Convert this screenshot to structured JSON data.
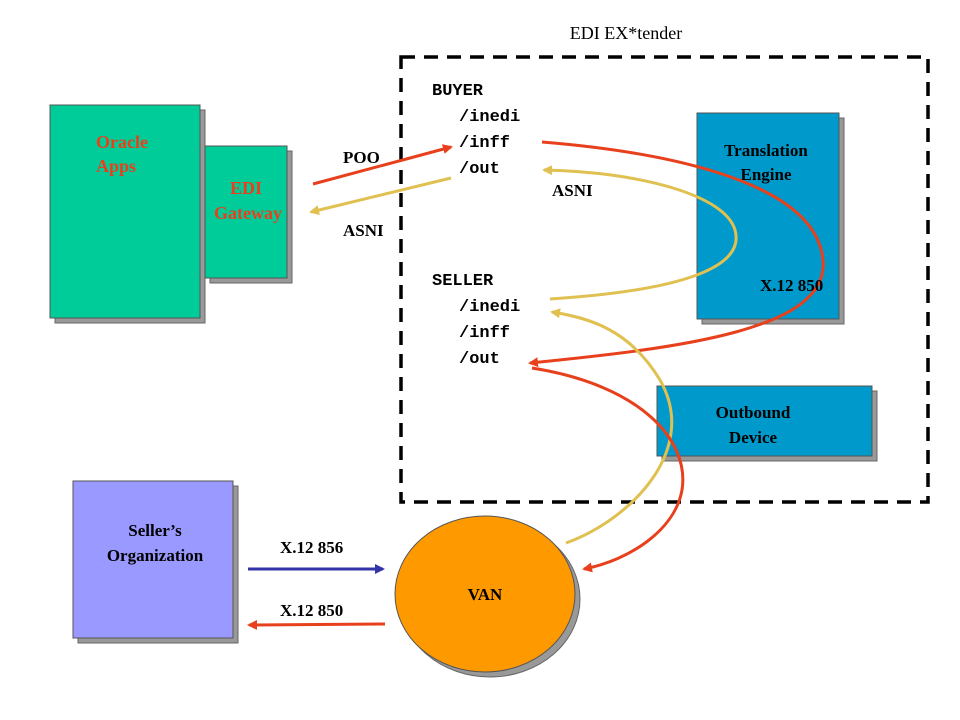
{
  "title": "EDI EX*tender",
  "boxes": {
    "oracle_apps": [
      "Oracle",
      "Apps"
    ],
    "edi_gateway": [
      "EDI",
      "Gateway"
    ],
    "translation_engine": [
      "Translation",
      "Engine"
    ],
    "outbound_device": [
      "Outbound",
      "Device"
    ],
    "sellers_org": [
      "Seller’s",
      "Organization"
    ],
    "van": "VAN"
  },
  "buyer": {
    "heading": "BUYER",
    "dirs": [
      "/inedi",
      "/inff",
      "/out"
    ]
  },
  "seller": {
    "heading": "SELLER",
    "dirs": [
      "/inedi",
      "/inff",
      "/out"
    ]
  },
  "flows": {
    "poo": "POO",
    "asni_gateway": "ASNI",
    "asni_engine": "ASNI",
    "x12_850_engine": "X.12 850",
    "x12_856_van": "X.12 856",
    "x12_850_van": "X.12 850"
  },
  "colors": {
    "oracle_fill": "#00cc99",
    "oracle_text": "#e8401c",
    "engine_fill": "#0099cc",
    "sellers_fill": "#9999ff",
    "van_fill": "#ff9900",
    "red_arrow": "#e8401c",
    "yellow_arrow": "#e0c050",
    "blue_arrow": "#3333aa"
  }
}
